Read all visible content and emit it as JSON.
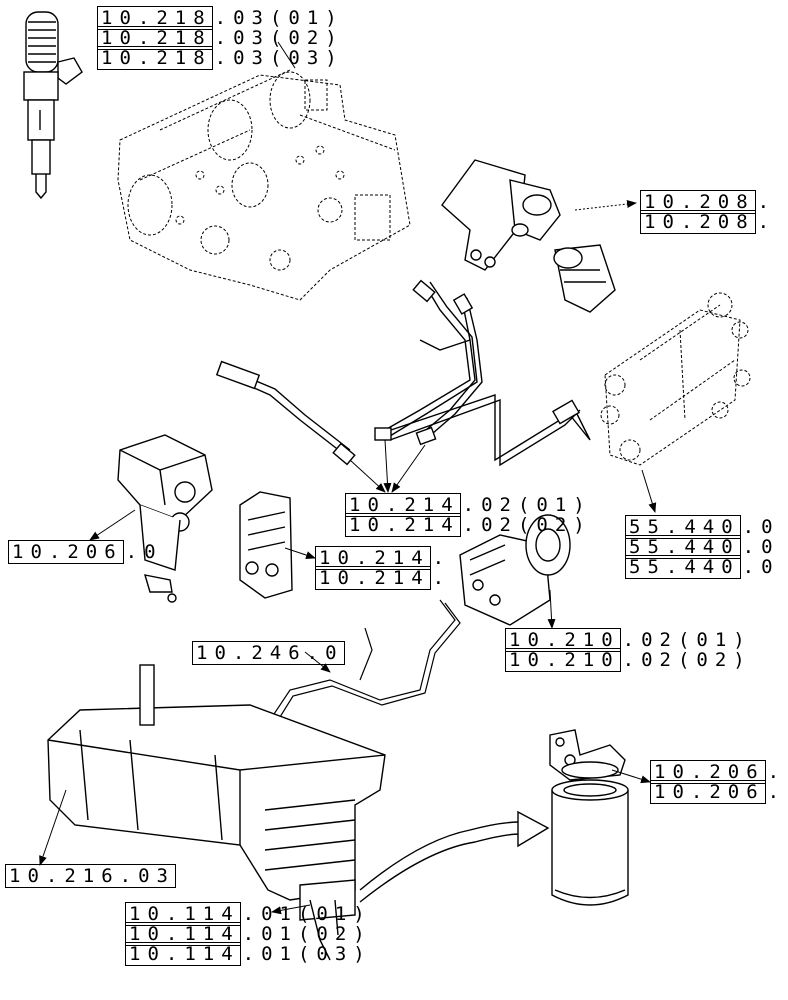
{
  "callouts": {
    "injector": [
      {
        "boxed": "10.218",
        "suffix": ".03(01)"
      },
      {
        "boxed": "10.218",
        "suffix": ".03(02)"
      },
      {
        "boxed": "10.218",
        "suffix": ".03(03)"
      }
    ],
    "pump_filter": [
      {
        "boxed": "10.208",
        "suffix": "."
      },
      {
        "boxed": "10.208",
        "suffix": "."
      }
    ],
    "fuel_lines": [
      {
        "boxed": "10.214",
        "suffix": ".02(01)"
      },
      {
        "boxed": "10.214",
        "suffix": ".02(02)"
      }
    ],
    "bracket": [
      {
        "boxed": "55.440",
        "suffix": ".0"
      },
      {
        "boxed": "55.440",
        "suffix": ".0"
      },
      {
        "boxed": "55.440",
        "suffix": ".0"
      }
    ],
    "prefilter": [
      {
        "boxed": "10.206",
        "suffix": ".0"
      }
    ],
    "plate": [
      {
        "boxed": "10.214",
        "suffix": "."
      },
      {
        "boxed": "10.214",
        "suffix": "."
      }
    ],
    "hp_pump": [
      {
        "boxed": "10.210",
        "suffix": ".02(01)"
      },
      {
        "boxed": "10.210",
        "suffix": ".02(02)"
      }
    ],
    "harness": [
      {
        "boxed": "10.246.0",
        "suffix": ""
      }
    ],
    "filter": [
      {
        "boxed": "10.206",
        "suffix": "."
      },
      {
        "boxed": "10.206",
        "suffix": "."
      }
    ],
    "tank": [
      {
        "boxed": "10.216.03",
        "suffix": ""
      }
    ],
    "sender": [
      {
        "boxed": "10.114",
        "suffix": ".01(01)"
      },
      {
        "boxed": "10.114",
        "suffix": ".01(02)"
      },
      {
        "boxed": "10.114",
        "suffix": ".01(03)"
      }
    ]
  }
}
